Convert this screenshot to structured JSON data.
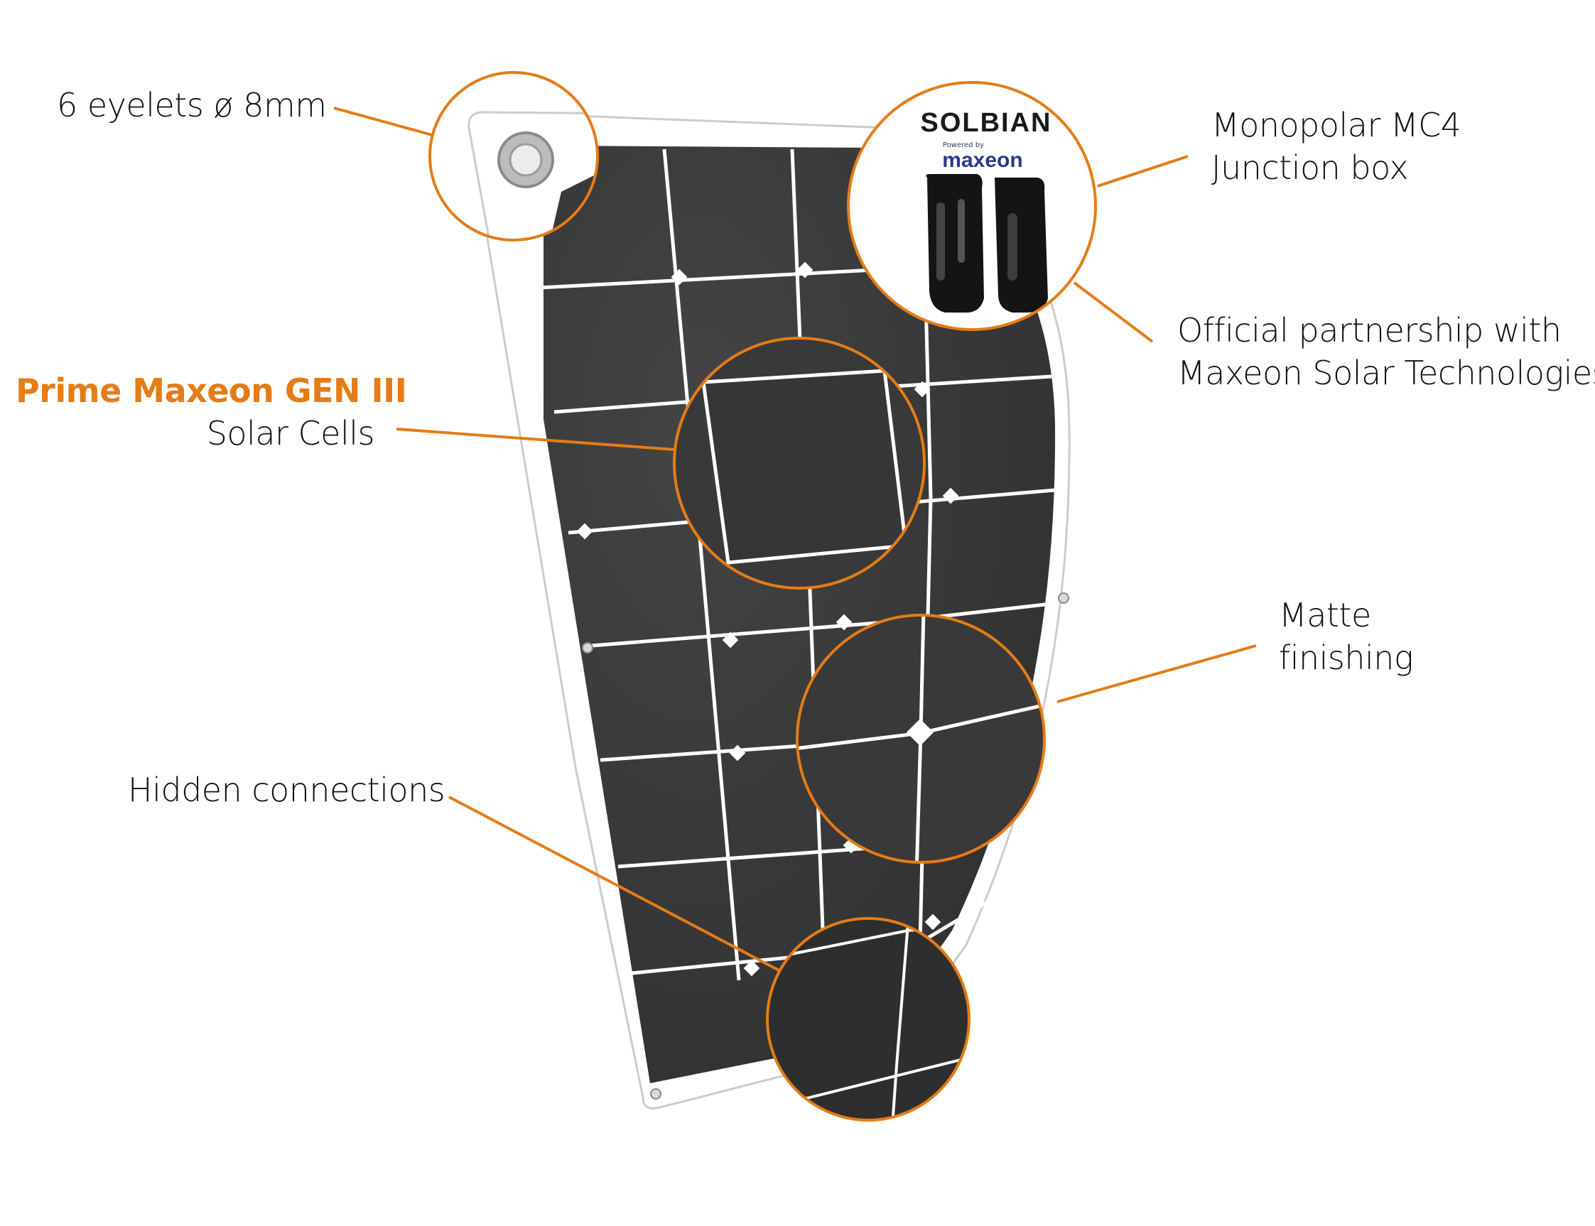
{
  "colors": {
    "accent": "#e57c16",
    "cell": "#3a3939",
    "panel_border": "#ffffff",
    "text": "#111111"
  },
  "callouts": {
    "eyelets": "6 eyelets ø 8mm",
    "junction_box_line1": "Monopolar  MC4",
    "junction_box_line2": "Junction box",
    "partnership_line1": "Official partnership with",
    "partnership_line2": "Maxeon Solar Technologies",
    "cells_brand": "Prime Maxeon GEN III",
    "cells_line2": "Solar Cells",
    "matte_line1": "Matte",
    "matte_line2": "finishing",
    "hidden_connections": "Hidden connections"
  },
  "logo": {
    "brand": "SOLBIAN",
    "powered_by": "Powered by",
    "partner": "maxeon"
  },
  "icons": [
    "eyelet-icon",
    "mc4-connector-icon",
    "solar-cell-icon"
  ]
}
